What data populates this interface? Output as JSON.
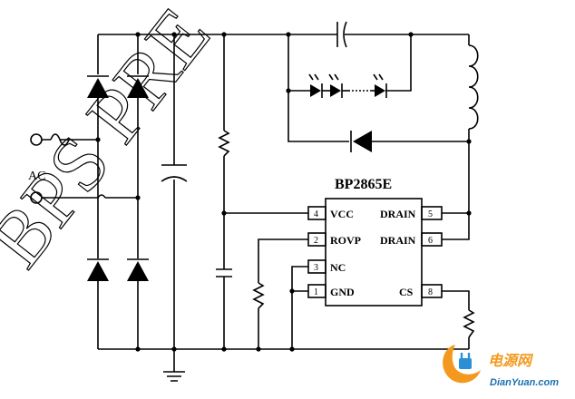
{
  "watermark": {
    "text": "BPS PRE"
  },
  "schematic": {
    "ac_label": "AC",
    "ic": {
      "part_number": "BP2865E",
      "pins": [
        {
          "number": "4",
          "name": "VCC"
        },
        {
          "number": "2",
          "name": "ROVP"
        },
        {
          "number": "3",
          "name": "NC"
        },
        {
          "number": "1",
          "name": "GND"
        },
        {
          "number": "5",
          "name": "DRAIN"
        },
        {
          "number": "6",
          "name": "DRAIN"
        },
        {
          "number": "8",
          "name": "CS"
        }
      ]
    }
  },
  "logo": {
    "chinese": "电源网",
    "url_text": "DianYuan.com",
    "colors": {
      "orange": "#f39a1e",
      "blue": "#2a8fd6",
      "text": "#1a6fb0"
    }
  }
}
